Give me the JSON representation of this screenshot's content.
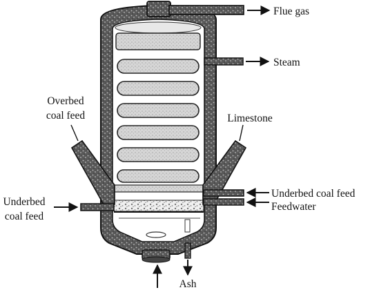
{
  "labels": {
    "flue_gas": "Flue gas",
    "steam": "Steam",
    "overbed_line1": "Overbed",
    "overbed_line2": "coal feed",
    "limestone": "Limestone",
    "underbed_left_line1": "Underbed",
    "underbed_left_line2": "coal feed",
    "underbed_right": "Underbed coal feed",
    "feedwater": "Feedwater",
    "ash": "Ash"
  }
}
